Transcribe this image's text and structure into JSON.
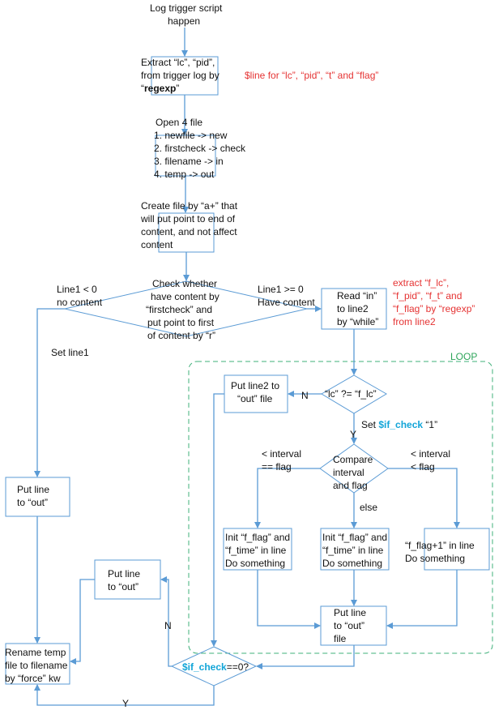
{
  "colors": {
    "box_stroke": "#5b9bd5",
    "arrow": "#5b9bd5",
    "note_red": "#e53333",
    "variable_cyan": "#12a5d8",
    "loop_green": "#2ea55a",
    "loop_border": "#3fb07a"
  },
  "start": {
    "line1": "Log trigger script",
    "line2": "happen"
  },
  "extract": {
    "line1": "Extract “lc”, “pid”,",
    "line2": "from trigger log by",
    "line3_open": "“",
    "line3_bold": "regexp",
    "line3_close": "”",
    "note": "$line for “lc”, “pid”, “t” and “flag”"
  },
  "open_files": {
    "title": "Open 4 file",
    "items": [
      "1. newfile -> new",
      "2. firstcheck -> check",
      "3. filename -> in",
      "4. temp -> out"
    ]
  },
  "create_file": {
    "lines": [
      "Create file by “a+” that",
      "will put point to end of",
      "content, and not affect",
      "content"
    ]
  },
  "check": {
    "lines": [
      "Check whether",
      "have content by",
      "“firstcheck” and",
      "put point to first",
      "of content by “r”"
    ],
    "left_label_1": "Line1 < 0",
    "left_label_2": "no content",
    "right_label_1": "Line1 >= 0",
    "right_label_2": "Have content"
  },
  "read_in": {
    "lines": [
      "Read “in”",
      "to line2",
      "by “while”"
    ],
    "note": [
      "extract “f_lc”,",
      "“f_pid”, “f_t” and",
      "“f_flag” by “regexp”",
      "from line2"
    ]
  },
  "set_line1": "Set line1",
  "loop_label": "LOOP",
  "lc_diamond": {
    "text": "“lc” ?= “f_lc”",
    "no": "N",
    "yes": "Y",
    "set_prefix": "Set ",
    "set_var": "$if_check",
    "set_value": " “1”"
  },
  "put_line2": {
    "line1": "Put line2 to",
    "line2": "“out” file"
  },
  "compare": {
    "lines": [
      "Compare",
      "interval",
      "and flag"
    ],
    "left_label_1": "< interval",
    "left_label_2": "== flag",
    "right_label_1": "< interval",
    "right_label_2": "< flag",
    "else": "else"
  },
  "init_left": {
    "lines": [
      "Init “f_flag” and",
      "“f_time” in line",
      "Do something"
    ]
  },
  "init_mid": {
    "lines": [
      "Init “f_flag” and",
      "“f_time” in line",
      "Do something"
    ]
  },
  "flag_plus": {
    "lines": [
      "“f_flag+1” in line",
      "Do something"
    ]
  },
  "put_line_out_left": {
    "line1": "Put line",
    "line2": "to “out”"
  },
  "put_line_out_bottom": {
    "line1": "Put line",
    "line2": "to “out”",
    "line3": "file"
  },
  "put_line_out_mid": {
    "line1": "Put line",
    "line2": "to “out”"
  },
  "rename": {
    "lines": [
      "Rename temp",
      "file to filename",
      "by “force” kw"
    ]
  },
  "if_check": {
    "var": "$if_check",
    "rest": "==0?",
    "no": "N",
    "yes": "Y"
  }
}
